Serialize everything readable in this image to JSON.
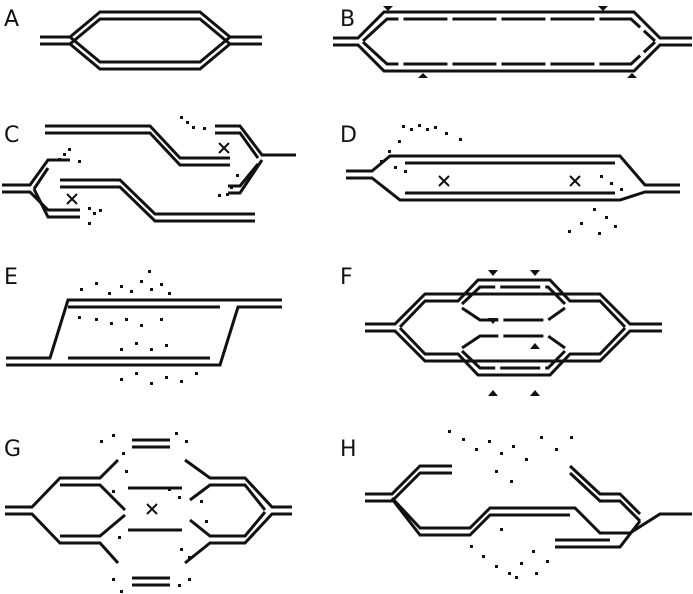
{
  "panels": [
    {
      "id": "a",
      "label": "A"
    },
    {
      "id": "b",
      "label": "B"
    },
    {
      "id": "c",
      "label": "C"
    },
    {
      "id": "d",
      "label": "D"
    },
    {
      "id": "e",
      "label": "E"
    },
    {
      "id": "f",
      "label": "F"
    },
    {
      "id": "g",
      "label": "G"
    },
    {
      "id": "h",
      "label": "H"
    }
  ],
  "colors": {
    "strand": "#111111",
    "background": "#ffffff"
  }
}
